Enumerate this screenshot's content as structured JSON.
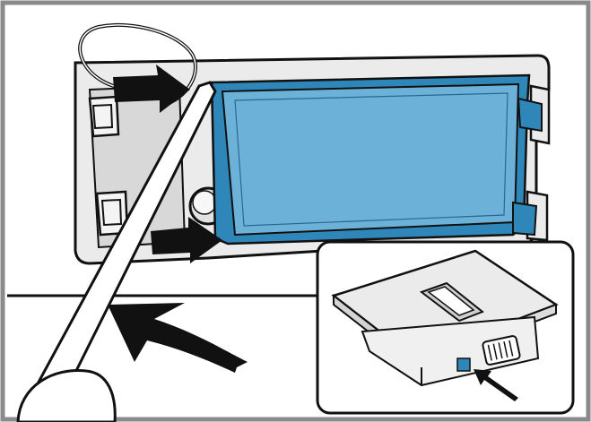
{
  "illustration": {
    "colors": {
      "frame_border": "#8a8a8a",
      "panel_fill": "#ebebeb",
      "filter_blue": "#6cb2d8",
      "filter_blue_dark": "#2f86b8",
      "line": "#111111",
      "arrow": "#111111",
      "inset_bg": "#ffffff"
    },
    "icons": [
      "push-arrow",
      "rotate-arrow",
      "screwdriver",
      "pointer-arrow"
    ]
  }
}
